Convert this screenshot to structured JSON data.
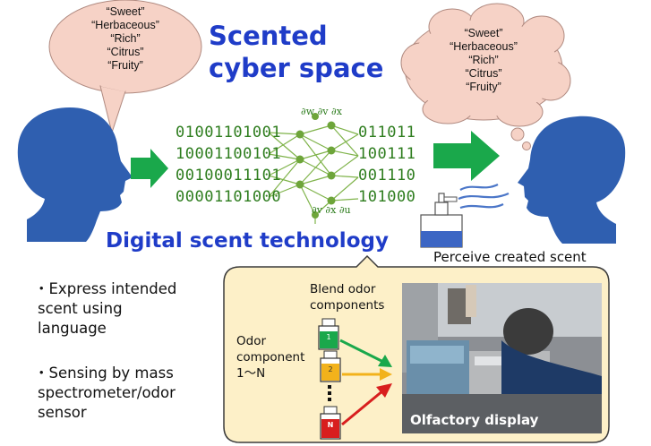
{
  "left_bubble": {
    "lines": [
      "“Sweet”",
      "“Herbaceous”",
      "“Rich”",
      "“Citrus”",
      "“Fruity”"
    ]
  },
  "right_bubble": {
    "lines": [
      "“Sweet”",
      "“Herbaceous”",
      "“Rich”",
      "“Citrus”",
      "“Fruity”"
    ]
  },
  "title": {
    "line1": "Scented",
    "line2": "cyber space"
  },
  "binary_left": [
    "01001101001",
    "10001100101",
    "00100011101",
    "00001101000"
  ],
  "binary_right": [
    "011011",
    "100111",
    "001110",
    "101000"
  ],
  "nn_labels": {
    "a": "∂w",
    "b": "∂x",
    "c": "∂u",
    "d": "∂v"
  },
  "digital_title": "Digital scent technology",
  "perceive_label": "Perceive created scent",
  "bullets": [
    {
      "marker": "・",
      "line1": "Express intended",
      "line2": "scent using",
      "line3": "language"
    },
    {
      "marker": "・",
      "line1": "Sensing by mass",
      "line2": "spectrometer/odor",
      "line3": "sensor"
    }
  ],
  "callout": {
    "blend_line1": "Blend odor",
    "blend_line2": "components",
    "odor_line1": "Odor",
    "odor_line2": "component",
    "odor_line3": "1～N",
    "bottle_labels": [
      "1",
      "2",
      "N"
    ],
    "photo_caption": "Olfactory display"
  },
  "colors": {
    "title_blue": "#1f3cc8",
    "bubble_fill": "#f6d2c6",
    "callout_fill": "#fdf0c8",
    "arrow_green": "#1aa84b",
    "head_blue": "#2f5fb0",
    "binary_green": "#2e7d1e"
  }
}
